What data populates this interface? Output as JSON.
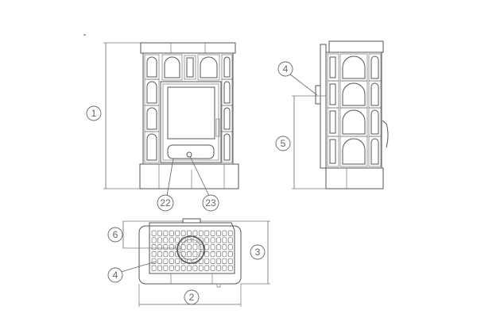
{
  "title": "Stove dimension drawing",
  "callouts": {
    "front_height": "1",
    "front_part_a": "22",
    "front_part_b": "23",
    "side_flue": "4",
    "side_flue_height": "5",
    "top_flue_offset": "6",
    "top_flue": "4",
    "top_depth": "3",
    "top_width": "2"
  },
  "colors": {
    "line": "#555555",
    "background": "#ffffff"
  }
}
